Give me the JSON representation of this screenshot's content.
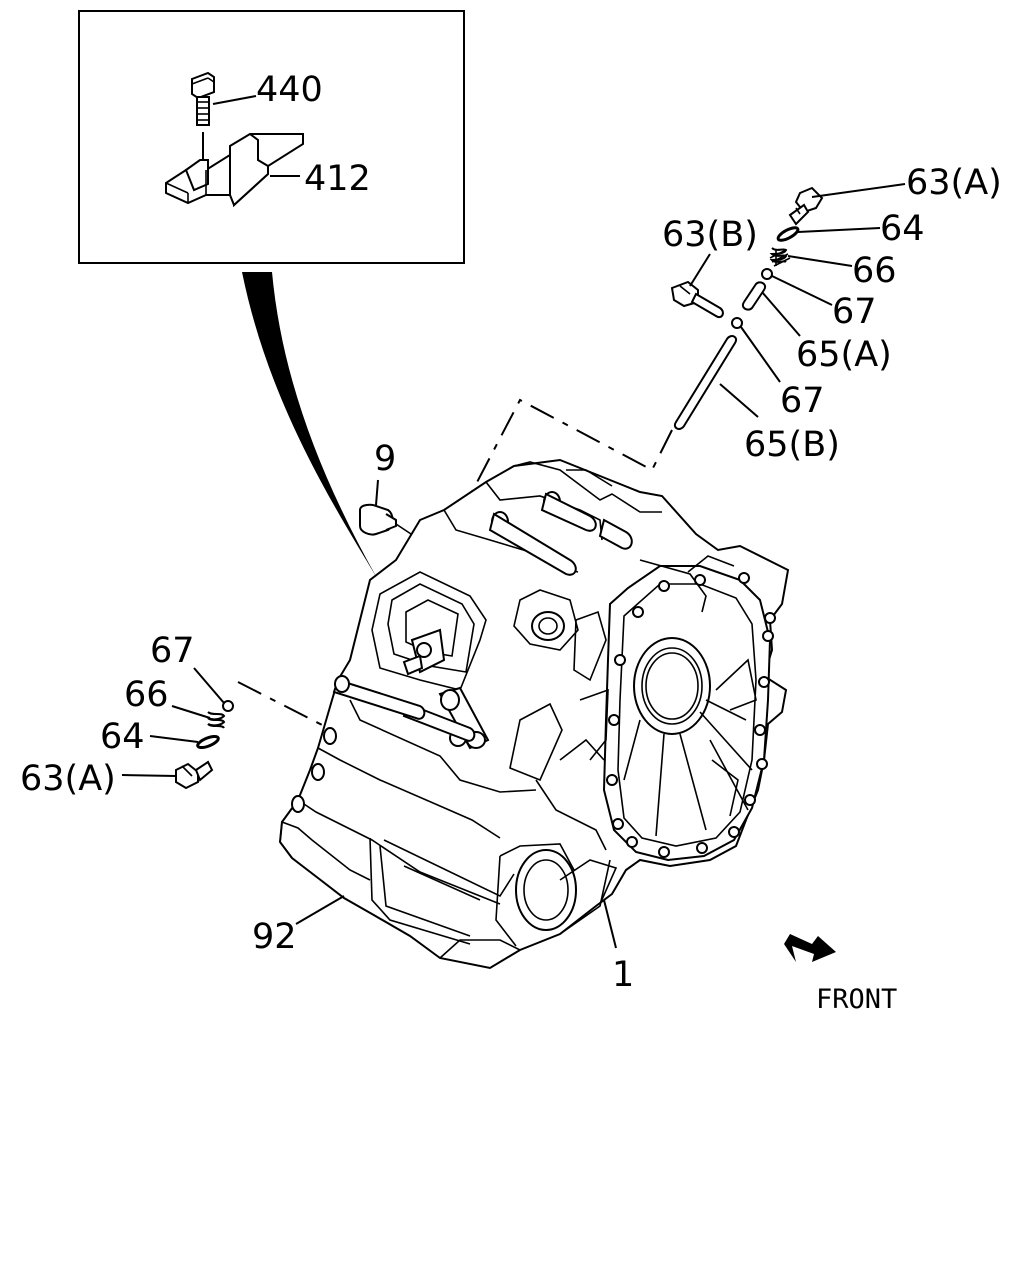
{
  "labels": {
    "p440": "440",
    "p412": "412",
    "p63a_top": "63(A)",
    "p64_top": "64",
    "p66_top": "66",
    "p67_top": "67",
    "p63b": "63(B)",
    "p65a": "65(A)",
    "p67_mid": "67",
    "p65b": "65(B)",
    "p9": "9",
    "p67_left": "67",
    "p66_left": "66",
    "p64_left": "64",
    "p63a_left": "63(A)",
    "p92": "92",
    "p1": "1",
    "front": "FRONT"
  }
}
